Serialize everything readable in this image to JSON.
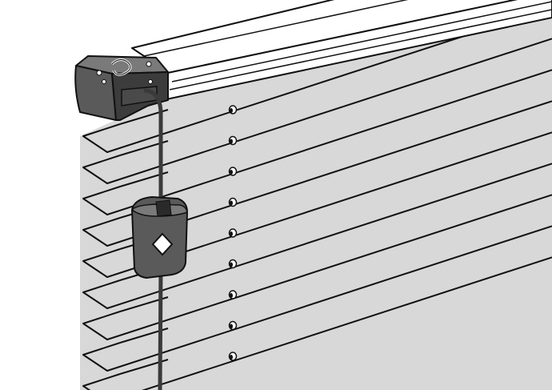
{
  "figure": {
    "subject": "pleated-blind-with-headrail-and-cord-tensioner",
    "colors": {
      "background": "#ffffff",
      "fabric": "#d8d8d8",
      "outline": "#111111",
      "headrail": "#ffffff",
      "end_cap": "#5a5a5a",
      "end_cap_dark": "#3c3c3c",
      "tensioner": "#5a5a5a",
      "cord": "#3a3a3a"
    },
    "pleat_count": 9,
    "cord_hole_count": 9,
    "icons": [
      "end-cap-icon",
      "cord-tensioner-icon",
      "diamond-icon",
      "cord-hole-icon"
    ]
  }
}
